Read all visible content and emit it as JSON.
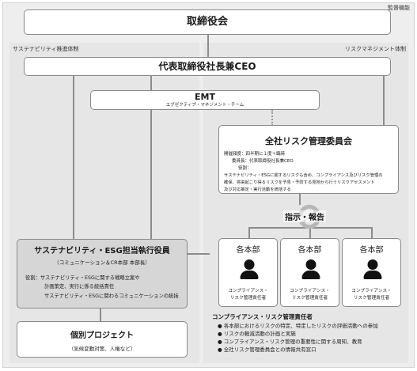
{
  "supervision_label": "監督機能",
  "board": "取締役会",
  "sustainability_system_label": "サステナビリティ推進体制",
  "risk_system_label": "リスクマネジメント体制",
  "ceo": "代表取締役社長兼CEO",
  "emt": {
    "title": "EMT",
    "subtitle": "エグゼクティブ・マネジメント・チーム"
  },
  "risk_committee": {
    "title": "全社リスク管理委員会",
    "frequency": "開催頻度：四半期に１度＋臨時",
    "chair": "委員長：代表取締役社長兼CEO",
    "role_label": "役割：",
    "role_lines": [
      "サステナビリティ・ESGに関するリスクも含め、コンプライアンス及びリスク管理の",
      "確保、将来起こり得るリスクを予見・予防する見地から行うリスクアセスメント",
      "及び対応策定・実行活動を統括する"
    ]
  },
  "instruction_report": "指示・報告",
  "sustainability_officer": {
    "title": "サステナビリティ・ESG担当執行役員",
    "subtitle": "（コミュニケーション＆CR本部 本部長）",
    "role_lines": [
      "役割：サステナビリティ・ESGに関する戦略立案や",
      "計画策定、実行に係る統括責任",
      "サステナビリティ・ESGに関わるコミュニケーションの統括"
    ]
  },
  "divisions": [
    {
      "title": "各本部",
      "caption_lines": [
        "コンプライアンス・",
        "リスク管理責任者"
      ]
    },
    {
      "title": "各本部",
      "caption_lines": [
        "コンプライアンス・",
        "リスク管理責任者"
      ]
    },
    {
      "title": "各本部",
      "caption_lines": [
        "コンプライアンス・",
        "リスク管理責任者"
      ]
    }
  ],
  "compliance_officer": {
    "title": "コンプライアンス・リスク管理責任者",
    "items": [
      "各本部におけるリスクの特定、特定したリスクの評価活動への参加",
      "リスクの軽減活動の計画と実施",
      "コンプライアンス・リスク管理の重要性に関する周知、教育",
      "全社リスク管理委員会との情報共有窓口"
    ]
  },
  "project": {
    "title": "個別プロジェクト",
    "subtitle": "（気候変動対策、人権など）"
  },
  "icons": [
    "person-icon",
    "cycle-arrows-icon"
  ]
}
